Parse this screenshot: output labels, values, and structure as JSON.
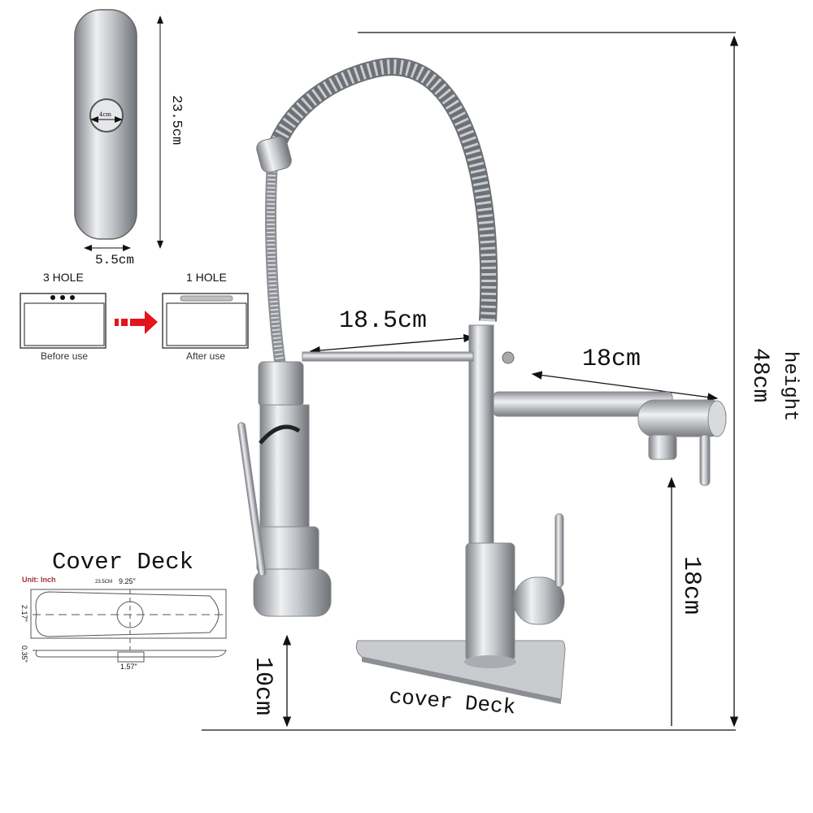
{
  "plate": {
    "height": "23.5cm",
    "hole": "4cm",
    "width": "5.5cm"
  },
  "conversion": {
    "before_label": "3 HOLE",
    "after_label": "1 HOLE",
    "before_caption": "Before use",
    "after_caption": "After use"
  },
  "faucet": {
    "spray_reach": "18.5cm",
    "spout_reach": "18cm",
    "height_word": "height",
    "height": "48cm",
    "spout_height": "18cm",
    "base_height": "10cm",
    "deck_label": "cover Deck"
  },
  "cover_deck": {
    "title": "Cover Deck",
    "unit": "Unit: Inch",
    "length_cm": "23.5CM",
    "length_in": "9.25\"",
    "width_in": "2.17\"",
    "thickness_in": "0.35\"",
    "hole_in": "1.57\""
  },
  "colors": {
    "arrow": "#e3141b",
    "unit": "#a0303a",
    "steel": "#b9bcc0"
  }
}
